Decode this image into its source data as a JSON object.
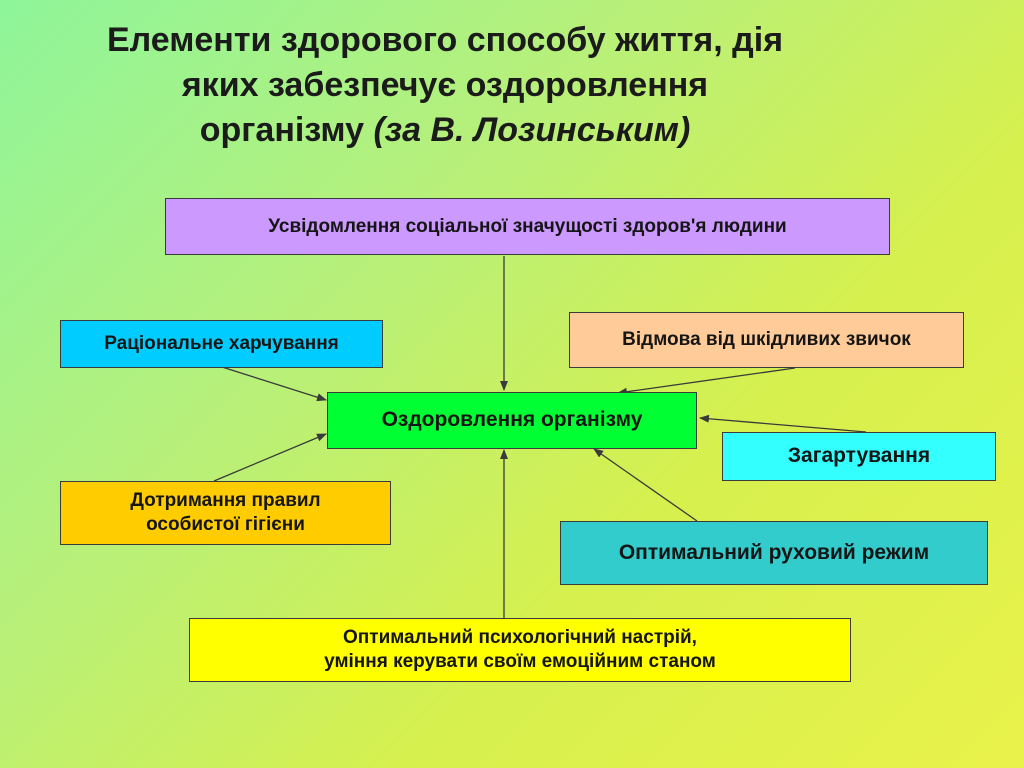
{
  "title": {
    "line1": "Елементи здорового способу життя, дія",
    "line2": "яких забезпечує оздоровлення",
    "line3_prefix": "організму ",
    "line3_italic": "(за В. Лозинським)"
  },
  "nodes": {
    "awareness": "Усвідомлення соціальної значущості здоров'я людини",
    "nutrition": "Раціональне харчування",
    "quit_habits": "Відмова від шкідливих звичок",
    "center": "Оздоровлення організму",
    "hardening": "Загартування",
    "hygiene_line1": "Дотримання правил",
    "hygiene_line2": "особистої гігієни",
    "motor_regime": "Оптимальний руховий режим",
    "psych_line1": "Оптимальний психологічний настрій,",
    "psych_line2": "уміння керувати своїм емоційним станом"
  },
  "colors": {
    "awareness": "#cc99ff",
    "nutrition": "#00ccff",
    "quit_habits": "#ffcc99",
    "center": "#00ff33",
    "hardening": "#33ffff",
    "hygiene": "#ffcc00",
    "motor_regime": "#33cccc",
    "psych": "#ffff00",
    "arrow": "#3a3a3a"
  }
}
